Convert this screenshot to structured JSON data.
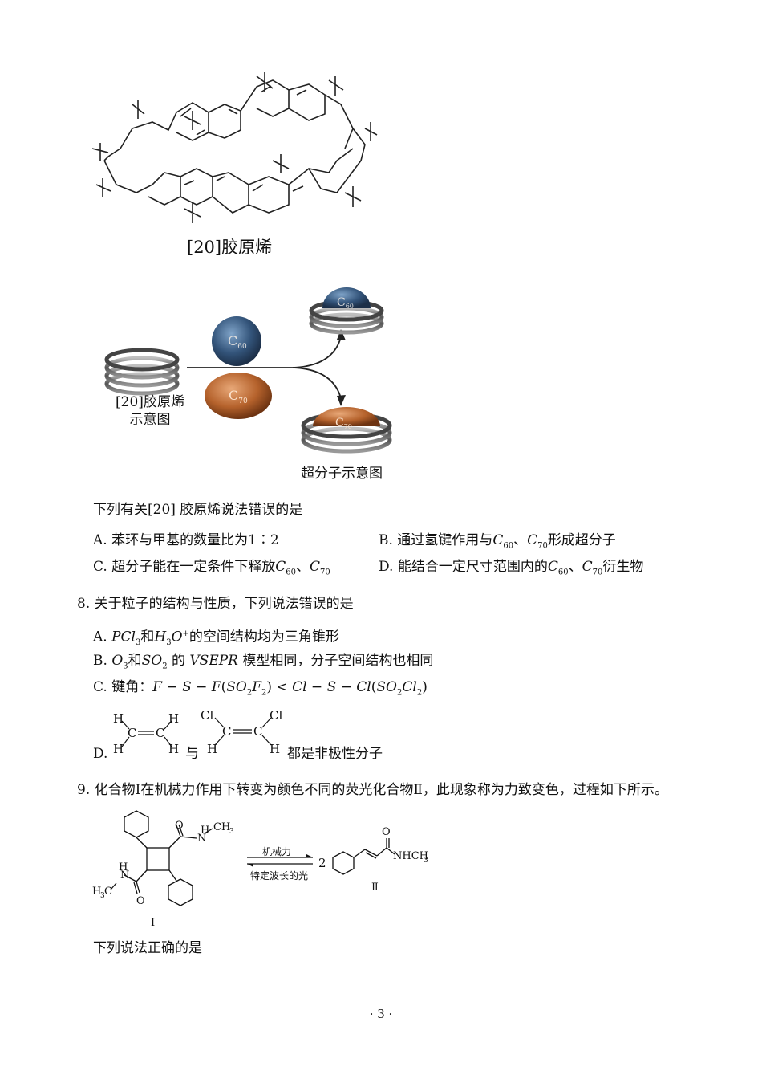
{
  "figure1": {
    "caption": "[20]胶原烯"
  },
  "figure2": {
    "ring_label_line1": "[20]胶原烯",
    "ring_label_line2": "示意图",
    "c60_label": "C",
    "c60_sub": "60",
    "c70_label": "C",
    "c70_sub": "70",
    "caption": "超分子示意图"
  },
  "q7": {
    "stem": "下列有关[20] 胶原烯说法错误的是",
    "optA": "A. 苯环与甲基的数量比为1∶2",
    "optB_pre": "B. 通过氢键作用与",
    "optB_post": "形成超分子",
    "optC_pre": "C. 超分子能在一定条件下释放",
    "optD_pre": "D. 能结合一定尺寸范围内的",
    "optD_post": "衍生物"
  },
  "q8": {
    "stem": "8. 关于粒子的结构与性质，下列说法错误的是",
    "optA_pre": "A.",
    "optA_mid": "和",
    "optA_post": "的空间结构均为三角锥形",
    "optB_pre": "B.",
    "optB_mid": "和",
    "optB_post": "模型相同，分子空间结构也相同",
    "optC_pre": "C. 键角：",
    "optD_pre": "D.",
    "optD_mid": "与",
    "optD_post": "都是非极性分子"
  },
  "q9": {
    "stem": "9. 化合物Ⅰ在机械力作用下转变为颜色不同的荧光化合物Ⅱ，此现象称为力致变色，过程如下所示。",
    "arrow_top": "机械力",
    "arrow_bottom": "特定波长的光",
    "coef": "2",
    "label_I": "Ⅰ",
    "label_II": "Ⅱ",
    "prompt": "下列说法正确的是"
  },
  "page_number": "· 3 ·"
}
